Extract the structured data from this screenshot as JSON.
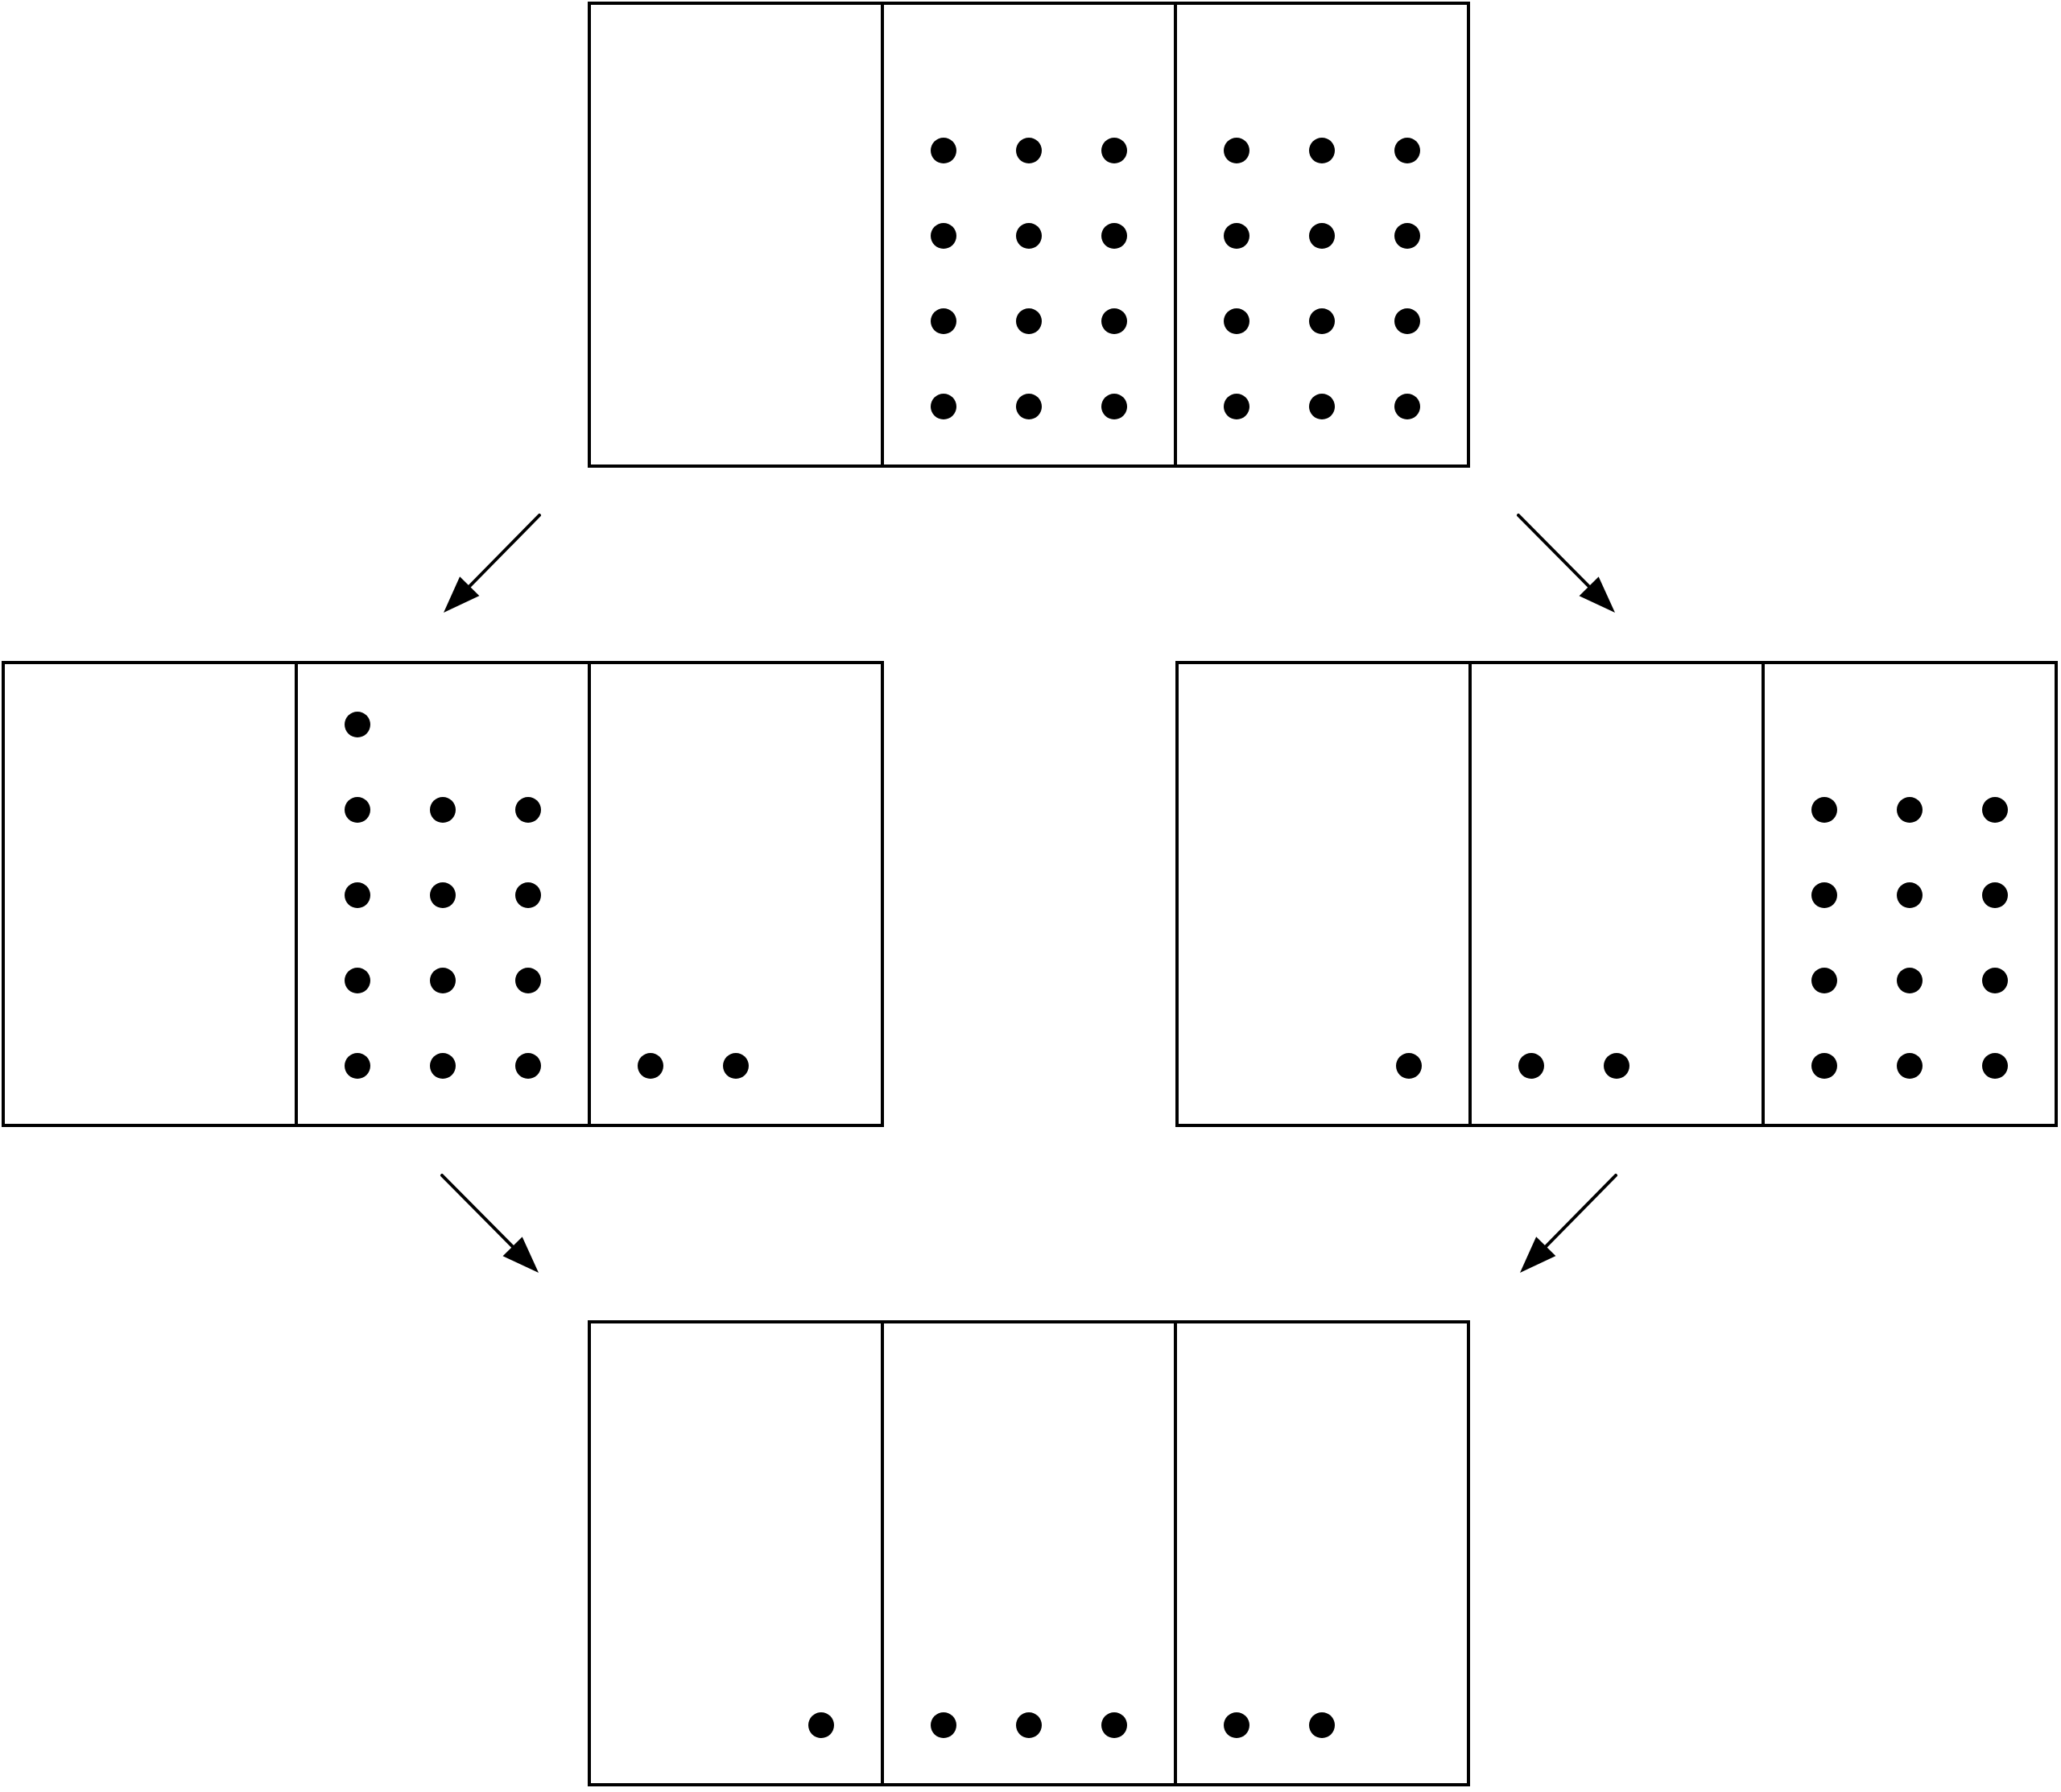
{
  "diagram": {
    "colors": {
      "stroke": "#000000",
      "dot": "#000000",
      "background": "#ffffff"
    },
    "boxes": [
      {
        "id": "top-box",
        "compartments": [
          {
            "dot_rows": []
          },
          {
            "dot_rows": [
              3,
              3,
              3,
              3
            ]
          },
          {
            "dot_rows": [
              3,
              3,
              3,
              3
            ]
          }
        ]
      },
      {
        "id": "middle-left-box",
        "compartments": [
          {
            "dot_rows": []
          },
          {
            "dot_rows": [
              1,
              3,
              3,
              3,
              3
            ]
          },
          {
            "dot_rows": [
              2
            ]
          }
        ]
      },
      {
        "id": "middle-right-box",
        "compartments": [
          {
            "dot_rows": [
              1
            ]
          },
          {
            "dot_rows": [
              2
            ]
          },
          {
            "dot_rows": [
              3,
              3,
              3,
              3
            ]
          }
        ]
      },
      {
        "id": "bottom-box",
        "compartments": [
          {
            "dot_rows": [
              1
            ]
          },
          {
            "dot_rows": [
              3
            ]
          },
          {
            "dot_rows": [
              2
            ]
          }
        ]
      }
    ],
    "arrows": [
      {
        "id": "arrow-top-to-middle-left",
        "from": "top-box",
        "to": "middle-left-box"
      },
      {
        "id": "arrow-top-to-middle-right",
        "from": "top-box",
        "to": "middle-right-box"
      },
      {
        "id": "arrow-middle-left-to-bottom",
        "from": "middle-left-box",
        "to": "bottom-box"
      },
      {
        "id": "arrow-middle-right-to-bottom",
        "from": "middle-right-box",
        "to": "bottom-box"
      }
    ]
  }
}
